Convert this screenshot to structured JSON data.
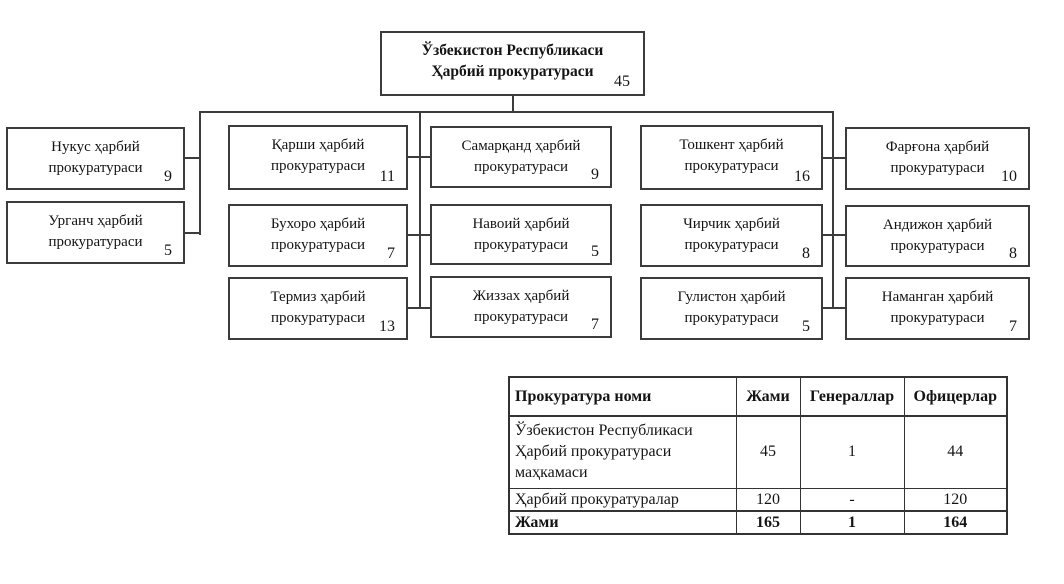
{
  "colors": {
    "background": "#ffffff",
    "line_border": "#3c3c3c",
    "text": "#141414"
  },
  "chart": {
    "root": {
      "line1": "Ўзбекистон Республикаси",
      "line2": "Ҳарбий прокуратураси",
      "count": "45"
    },
    "columns": [
      {
        "boxes": [
          {
            "line1": "Нукус ҳарбий",
            "line2": "прокуратураси",
            "count": "9"
          },
          {
            "line1": "Урганч ҳарбий",
            "line2": "прокуратураси",
            "count": "5"
          }
        ]
      },
      {
        "boxes": [
          {
            "line1": "Қарши ҳарбий",
            "line2": "прокуратураси",
            "count": "11"
          },
          {
            "line1": "Бухоро ҳарбий",
            "line2": "прокуратураси",
            "count": "7"
          },
          {
            "line1": "Термиз ҳарбий",
            "line2": "прокуратураси",
            "count": "13"
          }
        ]
      },
      {
        "boxes": [
          {
            "line1": "Самарқанд ҳарбий",
            "line2": "прокуратураси",
            "count": "9"
          },
          {
            "line1": "Навоий ҳарбий",
            "line2": "прокуратураси",
            "count": "5"
          },
          {
            "line1": "Жиззах ҳарбий",
            "line2": "прокуратураси",
            "count": "7"
          }
        ]
      },
      {
        "boxes": [
          {
            "line1": "Тошкент ҳарбий",
            "line2": "прокуратураси",
            "count": "16"
          },
          {
            "line1": "Чирчик ҳарбий",
            "line2": "прокуратураси",
            "count": "8"
          },
          {
            "line1": "Гулистон ҳарбий",
            "line2": "прокуратураси",
            "count": "5"
          }
        ]
      },
      {
        "boxes": [
          {
            "line1": "Фарғона ҳарбий",
            "line2": "прокуратураси",
            "count": "10"
          },
          {
            "line1": "Андижон ҳарбий",
            "line2": "прокуратураси",
            "count": "8"
          },
          {
            "line1": "Наманган ҳарбий",
            "line2": "прокуратураси",
            "count": "7"
          }
        ]
      }
    ]
  },
  "table": {
    "headers": [
      "Прокуратура номи",
      "Жами",
      "Генераллар",
      "Офицерлар"
    ],
    "rows": [
      {
        "name": "Ўзбекистон Республикаси Ҳарбий прокуратураси маҳкамаси",
        "jami": "45",
        "generallar": "1",
        "ofitserlar": "44"
      },
      {
        "name": "Ҳарбий прокуратуралар",
        "jami": "120",
        "generallar": "-",
        "ofitserlar": "120"
      },
      {
        "name": "Жами",
        "jami": "165",
        "generallar": "1",
        "ofitserlar": "164"
      }
    ]
  }
}
